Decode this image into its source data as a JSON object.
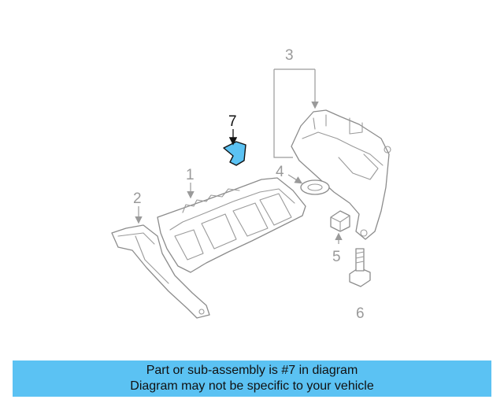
{
  "diagram": {
    "callouts": [
      "1",
      "2",
      "3",
      "4",
      "5",
      "6",
      "7"
    ],
    "highlighted_part": "7",
    "highlight_color": "#5bc2f3"
  },
  "banner": {
    "line1": "Part or sub-assembly is #7 in diagram",
    "line2": "Diagram may not be specific to your vehicle",
    "background": "#5bc2f3"
  }
}
